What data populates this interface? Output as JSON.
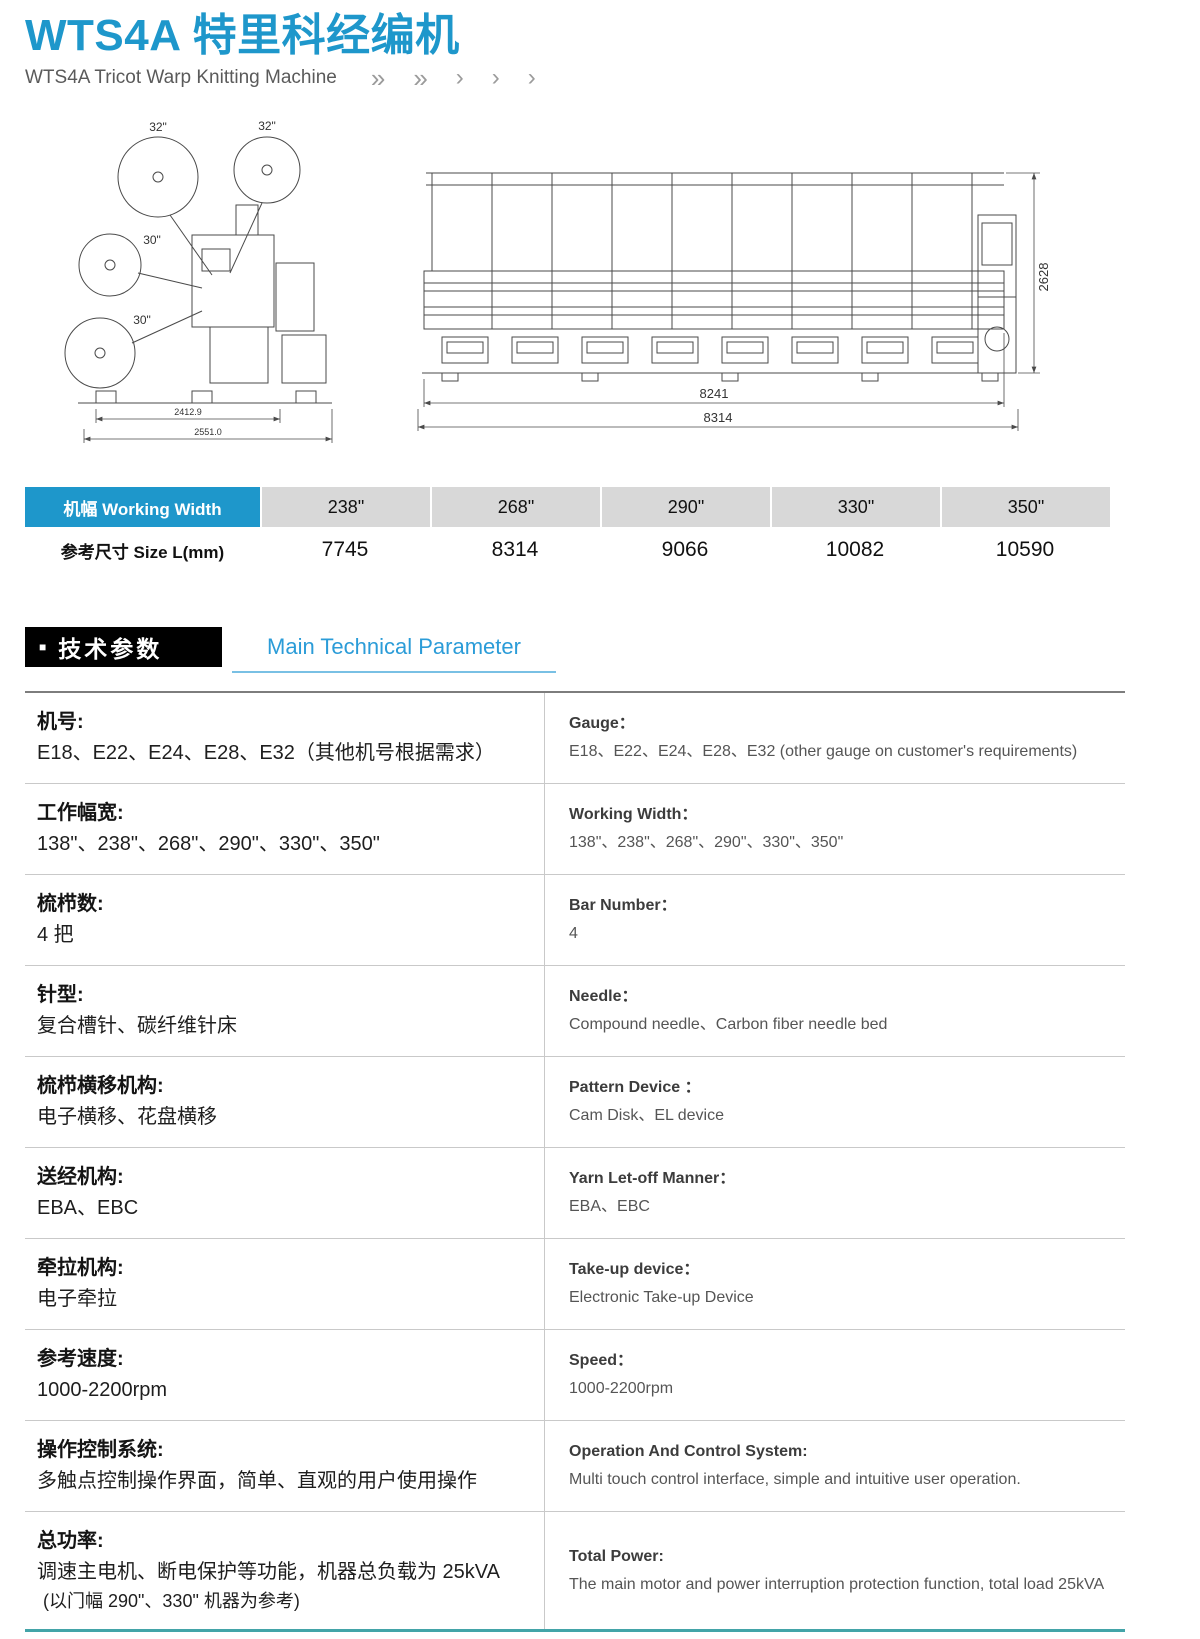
{
  "header": {
    "title": "WTS4A 特里科经编机",
    "subtitle": "WTS4A Tricot Warp Knitting Machine",
    "chevrons": [
      "»",
      "»",
      "›",
      "›",
      "›"
    ]
  },
  "colors": {
    "accent_blue": "#1e97cb",
    "header_cell_gray": "#d8d8d8",
    "section_black": "#000000",
    "teal_bottom_line": "#43a4a8"
  },
  "drawings": {
    "side_view": {
      "beam_label_1": "32\"",
      "beam_label_2": "32\"",
      "beam_label_3": "30\"",
      "beam_label_4": "30\"",
      "dim_width_inner": "2412.9",
      "dim_width_outer": "2551.0"
    },
    "front_view": {
      "dim_height": "2628",
      "dim_width_inner": "8241",
      "dim_width_outer": "8314"
    }
  },
  "size_table": {
    "working_width_label": "机幅 Working Width",
    "size_label": "参考尺寸 Size L(mm)",
    "widths": [
      "238\"",
      "268\"",
      "290\"",
      "330\"",
      "350\""
    ],
    "sizes": [
      "7745",
      "8314",
      "9066",
      "10082",
      "10590"
    ]
  },
  "section_header": {
    "bullet": "■",
    "title_cn": "技术参数",
    "title_en": "Main Technical Parameter"
  },
  "spec_table": {
    "rows": [
      {
        "cn_label": "机号:",
        "cn_value": "E18、E22、E24、E28、E32（其他机号根据需求）",
        "en_label": "Gauge：",
        "en_value": "E18、E22、E24、E28、E32 (other gauge on customer's requirements)"
      },
      {
        "cn_label": "工作幅宽:",
        "cn_value": "138\"、238\"、268\"、290\"、330\"、350\"",
        "en_label": "Working Width：",
        "en_value": "138\"、238\"、268\"、290\"、330\"、350\""
      },
      {
        "cn_label": "梳栉数:",
        "cn_value": "4 把",
        "en_label": "Bar Number：",
        "en_value": "4"
      },
      {
        "cn_label": "针型:",
        "cn_value": "复合槽针、碳纤维针床",
        "en_label": "Needle：",
        "en_value": "Compound needle、Carbon fiber needle bed"
      },
      {
        "cn_label": "梳栉横移机构:",
        "cn_value": "电子横移、花盘横移",
        "en_label": "Pattern Device ：",
        "en_value": "Cam Disk、EL device"
      },
      {
        "cn_label": "送经机构:",
        "cn_value": "EBA、EBC",
        "en_label": "Yarn Let-off Manner：",
        "en_value": "EBA、EBC"
      },
      {
        "cn_label": "牵拉机构:",
        "cn_value": "电子牵拉",
        "en_label": "Take-up device：",
        "en_value": "Electronic Take-up Device"
      },
      {
        "cn_label": "参考速度:",
        "cn_value": "1000-2200rpm",
        "en_label": "Speed：",
        "en_value": "1000-2200rpm"
      },
      {
        "cn_label": "操作控制系统:",
        "cn_value": "多触点控制操作界面，简单、直观的用户使用操作",
        "en_label": "Operation And Control System:",
        "en_value": "Multi touch control interface, simple and intuitive user operation."
      },
      {
        "cn_label": "总功率:",
        "cn_value": "调速主电机、断电保护等功能，机器总负载为 25kVA",
        "cn_note": "(以门幅 290\"、330\" 机器为参考)",
        "en_label": "Total Power:",
        "en_value": "The main motor and power interruption protection function, total load 25kVA"
      }
    ]
  }
}
